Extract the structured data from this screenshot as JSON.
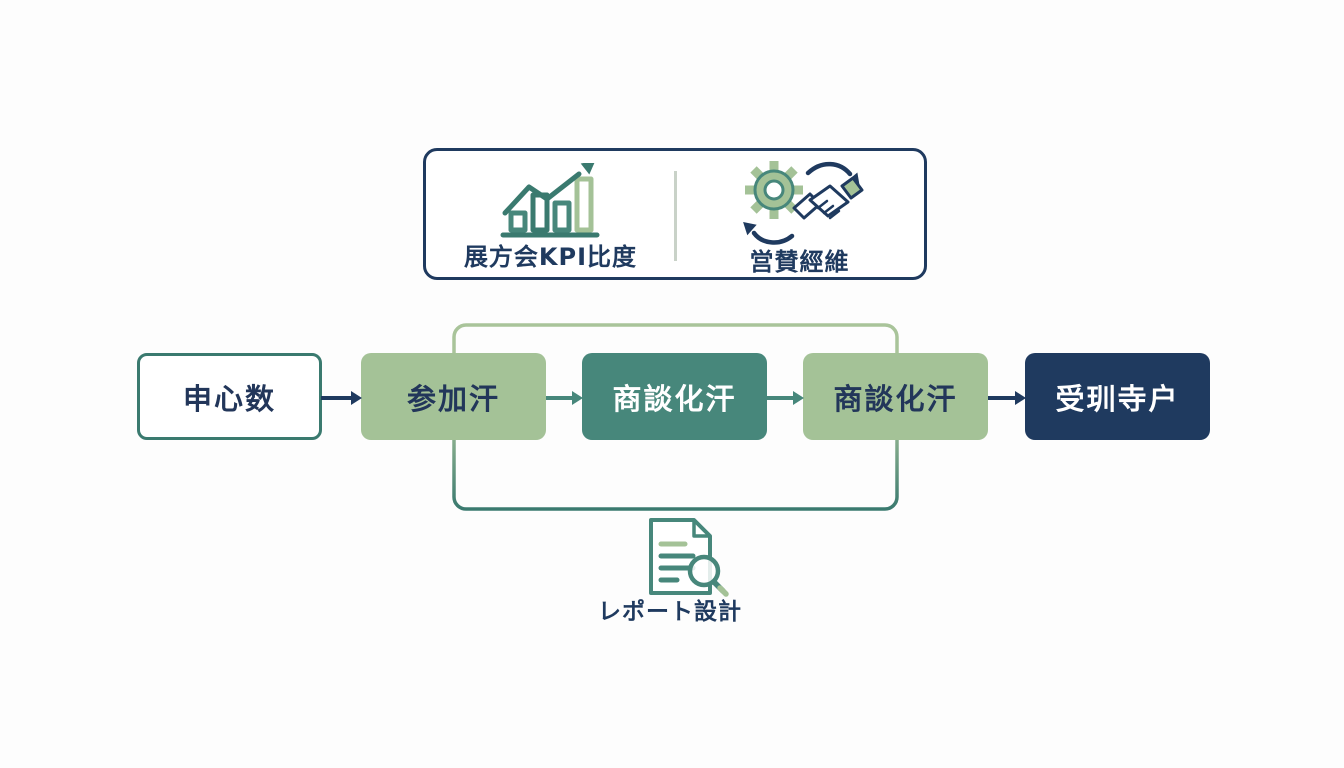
{
  "colors": {
    "navy": "#1f3a5f",
    "navy-text": "#22365a",
    "teal": "#47877b",
    "teal-dark": "#3a7a6f",
    "green": "#a4c297",
    "green-border": "#a9c49a",
    "divider": "#c9d2c8",
    "bg": "#fdfdfd",
    "white": "#ffffff"
  },
  "top_panel": {
    "items": [
      {
        "icon": "bar-chart-growth-icon",
        "label": "展方会KPI比度"
      },
      {
        "icon": "gear-handshake-icon",
        "label": "営賛經維"
      }
    ]
  },
  "flow": {
    "nodes": [
      {
        "label": "申心数",
        "variant": "outline-white"
      },
      {
        "label": "参加汗",
        "variant": "green"
      },
      {
        "label": "商談化汗",
        "variant": "teal"
      },
      {
        "label": "商談化汗",
        "variant": "green"
      },
      {
        "label": "受玔寺户",
        "variant": "navy"
      }
    ],
    "arrows": [
      {
        "color": "navy"
      },
      {
        "color": "teal"
      },
      {
        "color": "teal"
      },
      {
        "color": "navy"
      }
    ]
  },
  "report": {
    "icon": "document-search-icon",
    "label": "レポート設計"
  }
}
